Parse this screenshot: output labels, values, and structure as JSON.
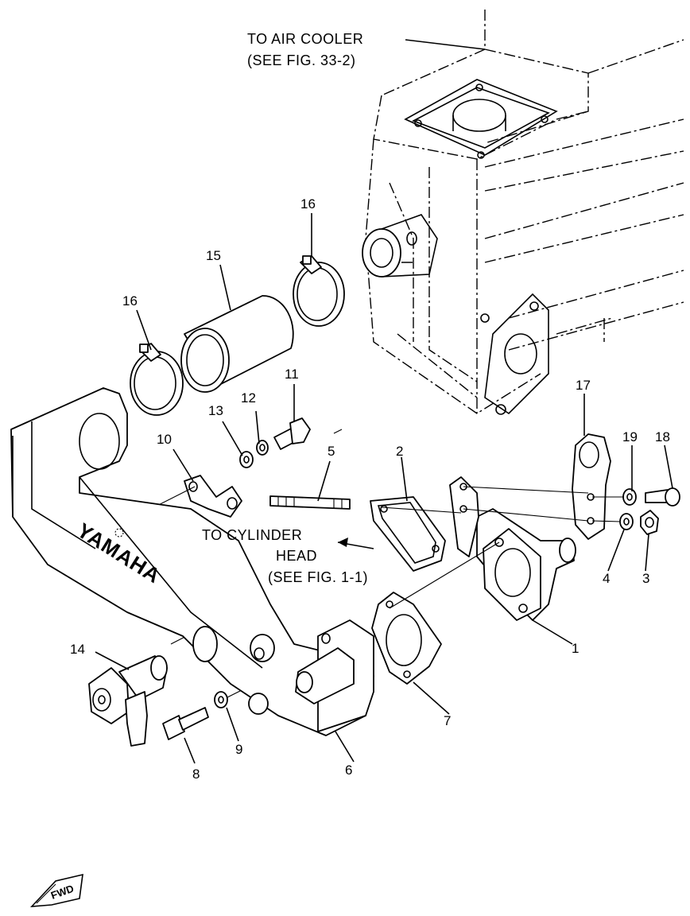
{
  "notes": {
    "air_cooler": [
      "TO AIR COOLER",
      "(SEE FIG. 33-2)"
    ],
    "cylinder_head": [
      "TO CYLINDER",
      "HEAD",
      "(SEE FIG. 1-1)"
    ]
  },
  "brand": "YAMAHA",
  "fwd_mark": "FWD",
  "callouts": {
    "p1": "1",
    "p2": "2",
    "p3": "3",
    "p4": "4",
    "p5": "5",
    "p6": "6",
    "p7": "7",
    "p8": "8",
    "p9": "9",
    "p10": "10",
    "p11": "11",
    "p12": "12",
    "p13": "13",
    "p14": "14",
    "p15": "15",
    "p16a": "16",
    "p16b": "16",
    "p17": "17",
    "p18": "18",
    "p19": "19"
  }
}
